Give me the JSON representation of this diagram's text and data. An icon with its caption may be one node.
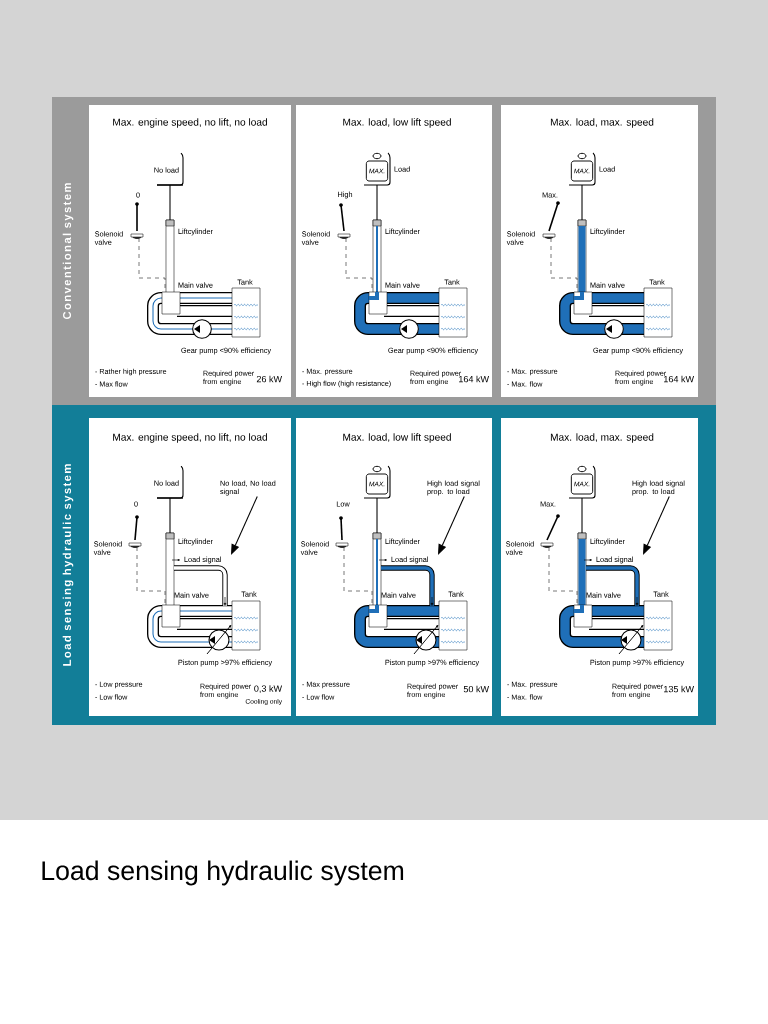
{
  "diagram": {
    "title": "Load sensing hydraulic system",
    "nodes": [
      {
        "text": [
          "Conventional system"
        ]
      },
      {
        "text": [
          "Max. engine speed, no lift, no load",
          "0",
          "Solenoid valve",
          "Liftcylinder",
          "Main valve",
          "Tank",
          "Gear pump <90% efficiency",
          "- Rather high pressure",
          "- Max flow",
          "Required power from engine",
          "26 kW"
        ],
        "in": 0
      },
      {
        "text": [
          "No load"
        ],
        "in": 1
      },
      {
        "text": [
          "Max. load, low lift speed",
          "High",
          "Solenoid valve",
          "Liftcylinder",
          "Main valve",
          "Tank",
          "Gear pump <90% efficiency",
          "- Max. pressure",
          "- High flow (high resistance)",
          "Required power from engine",
          "164 kW"
        ],
        "in": 0
      },
      {
        "text": [
          "MAX."
        ],
        "beside": [
          "Load"
        ],
        "in": 3
      },
      {
        "text": [
          "Max. load, max. speed",
          "Max.",
          "Solenoid valve",
          "Liftcylinder",
          "Main valve",
          "Tank",
          "Gear pump <90% efficiency",
          "- Max. pressure",
          "- Max. flow",
          "Required power from engine",
          "164 kW"
        ],
        "in": 0
      },
      {
        "text": [
          "MAX."
        ],
        "beside": [
          "Load"
        ],
        "in": 5
      },
      {
        "text": [
          "Load sensing hydraulic system"
        ]
      },
      {
        "text": [
          "Max. engine speed, no lift, no load",
          "0",
          "Solenoid valve",
          "Liftcylinder",
          "Load signal",
          "Main valve",
          "Tank",
          "Piston pump >97% efficiency",
          "- Low pressure",
          "- Low flow",
          "Required power from engine",
          "0,3 kW",
          "Cooling only"
        ],
        "in": 7
      },
      {
        "text": [
          "No load"
        ],
        "in": 8
      },
      {
        "text": [
          "No load, No load signal"
        ],
        "in": 8
      },
      {
        "text": [
          "Max. load, low lift speed",
          "Low",
          "Solenoid valve",
          "Liftcylinder",
          "Load signal",
          "Main valve",
          "Tank",
          "Piston pump >97% efficiency",
          "- Max pressure",
          "- Low flow",
          "Required power from engine",
          "50 kW"
        ],
        "in": 7
      },
      {
        "text": [
          "MAX."
        ],
        "in": 11
      },
      {
        "text": [
          "High load signal prop. to load"
        ],
        "in": 11
      },
      {
        "text": [
          "Max. load, max. speed",
          "Max.",
          "Solenoid valve",
          "Liftcylinder",
          "Load signal",
          "Main valve",
          "Tank",
          "Piston pump >97% efficiency",
          "- Max. pressure",
          "- Max. flow",
          "Required power from engine",
          "135 kW"
        ],
        "in": 7
      },
      {
        "text": [
          "MAX."
        ],
        "in": 14
      },
      {
        "text": [
          "High load signal prop. to load"
        ],
        "in": 14
      }
    ],
    "edges": [
      {
        "from": 10,
        "to": null,
        "arrow": "to"
      },
      {
        "from": 13,
        "to": null,
        "arrow": "to"
      },
      {
        "from": 16,
        "to": null,
        "arrow": "to"
      }
    ]
  }
}
